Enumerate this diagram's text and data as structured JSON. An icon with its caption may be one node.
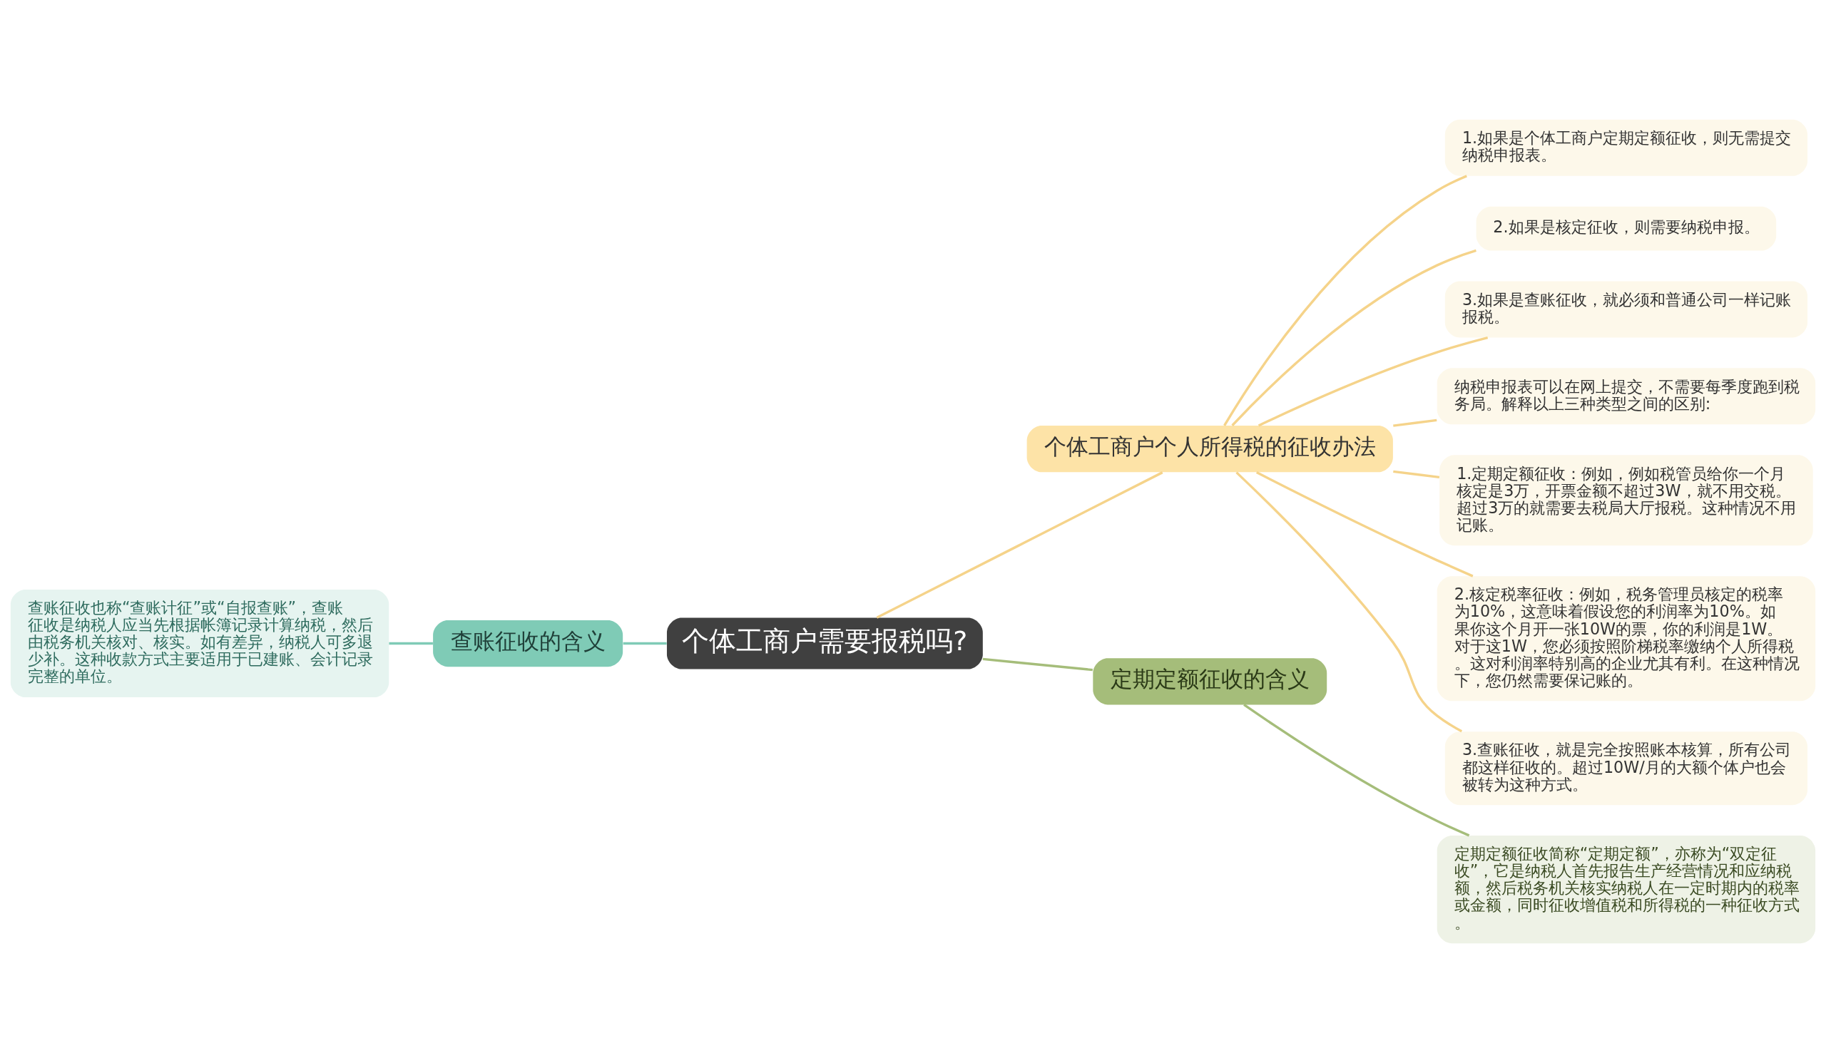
{
  "diagram": {
    "nodes": [
      {
        "text": [
          "个体工商户需要报税吗?"
        ]
      },
      {
        "text": [
          "查账征收的含义"
        ]
      },
      {
        "text": [
          "查账征收也称“查账计征”或“自报查账”，查账征收是纳税人应当先根据帐簿记录计算纳税，然后由税务机关核对、核实。如有差异，纳税人可多退少补。这种收款方式主要适用于已建账、会计记录完整的单位。"
        ]
      },
      {
        "text": [
          "个体工商户个人所得税的征收办法"
        ]
      },
      {
        "text": [
          "1.如果是个体工商户定期定额征收，则无需提交纳税申报表。"
        ]
      },
      {
        "text": [
          "2.如果是核定征收，则需要纳税申报。"
        ]
      },
      {
        "text": [
          "3.如果是查账征收，就必须和普通公司一样记账报税。"
        ]
      },
      {
        "text": [
          "纳税申报表可以在网上提交，不需要每季度跑到税务局。解释以上三种类型之间的区别:"
        ]
      },
      {
        "text": [
          "1.定期定额征收：例如，例如税管员给你一个月核定是3万，开票金额不超过3W，就不用交税。超过3万的就需要去税局大厅报税。这种情况不用记账。"
        ]
      },
      {
        "text": [
          "2.核定税率征收：例如，税务管理员核定的税率为10%，这意味着假设您的利润率为10%。如果你这个月开一张10W的票，你的利润是1W。对于这1W，您必须按照阶梯税率缴纳个人所得税。这对利润率特别高的企业尤其有利。在这种情况下，您仍然需要保记账的。"
        ]
      },
      {
        "text": [
          "3.查账征收，就是完全按照账本核算，所有公司都这样征收的。超过10W/月的大额个体户也会被转为这种方式。"
        ]
      },
      {
        "text": [
          "定期定额征收的含义"
        ]
      },
      {
        "text": [
          "定期定额征收简称“定期定额”，亦称为“双定征收”，它是纳税人首先报告生产经营情况和应纳税额，然后税务机关核实纳税人在一定时期内的税率或金额，同时征收增值税和所得税的一种征收方式。"
        ]
      }
    ],
    "edges": [
      {
        "from": 1,
        "to": 0,
        "arrow": "none",
        "color": "#7fcbb6"
      },
      {
        "from": 2,
        "to": 1,
        "arrow": "none",
        "color": "#7fcbb6"
      },
      {
        "from": 0,
        "to": 3,
        "arrow": "none"
      },
      {
        "from": 3,
        "to": 4,
        "arrow": "none"
      },
      {
        "from": 3,
        "to": 5,
        "arrow": "none"
      },
      {
        "from": 3,
        "to": 6,
        "arrow": "none"
      },
      {
        "from": 3,
        "to": 7,
        "arrow": "none"
      },
      {
        "from": 3,
        "to": 8,
        "arrow": "none"
      },
      {
        "from": 3,
        "to": 9,
        "arrow": "none"
      },
      {
        "from": 3,
        "to": 10,
        "arrow": "none"
      },
      {
        "from": 0,
        "to": 11,
        "arrow": "none",
        "color": "#a5bd7a"
      },
      {
        "from": 11,
        "to": 12,
        "arrow": "none",
        "color": "#a5bd7a"
      }
    ]
  }
}
